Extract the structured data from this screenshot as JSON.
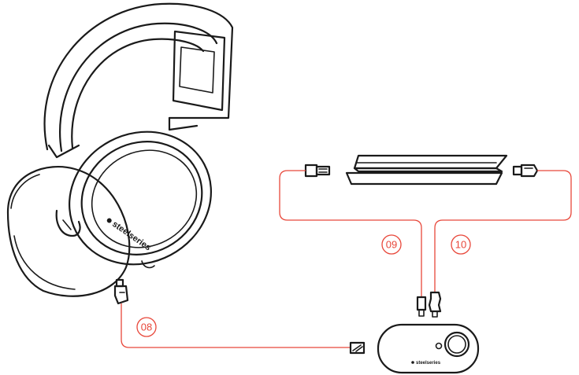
{
  "colors": {
    "cable": "#e8473a",
    "ink": "#1a1a1a",
    "background": "#ffffff"
  },
  "brand_text": "steelseries",
  "callouts": [
    {
      "id": "cable-08",
      "label": "08"
    },
    {
      "id": "cable-09",
      "label": "09"
    },
    {
      "id": "cable-10",
      "label": "10"
    }
  ]
}
